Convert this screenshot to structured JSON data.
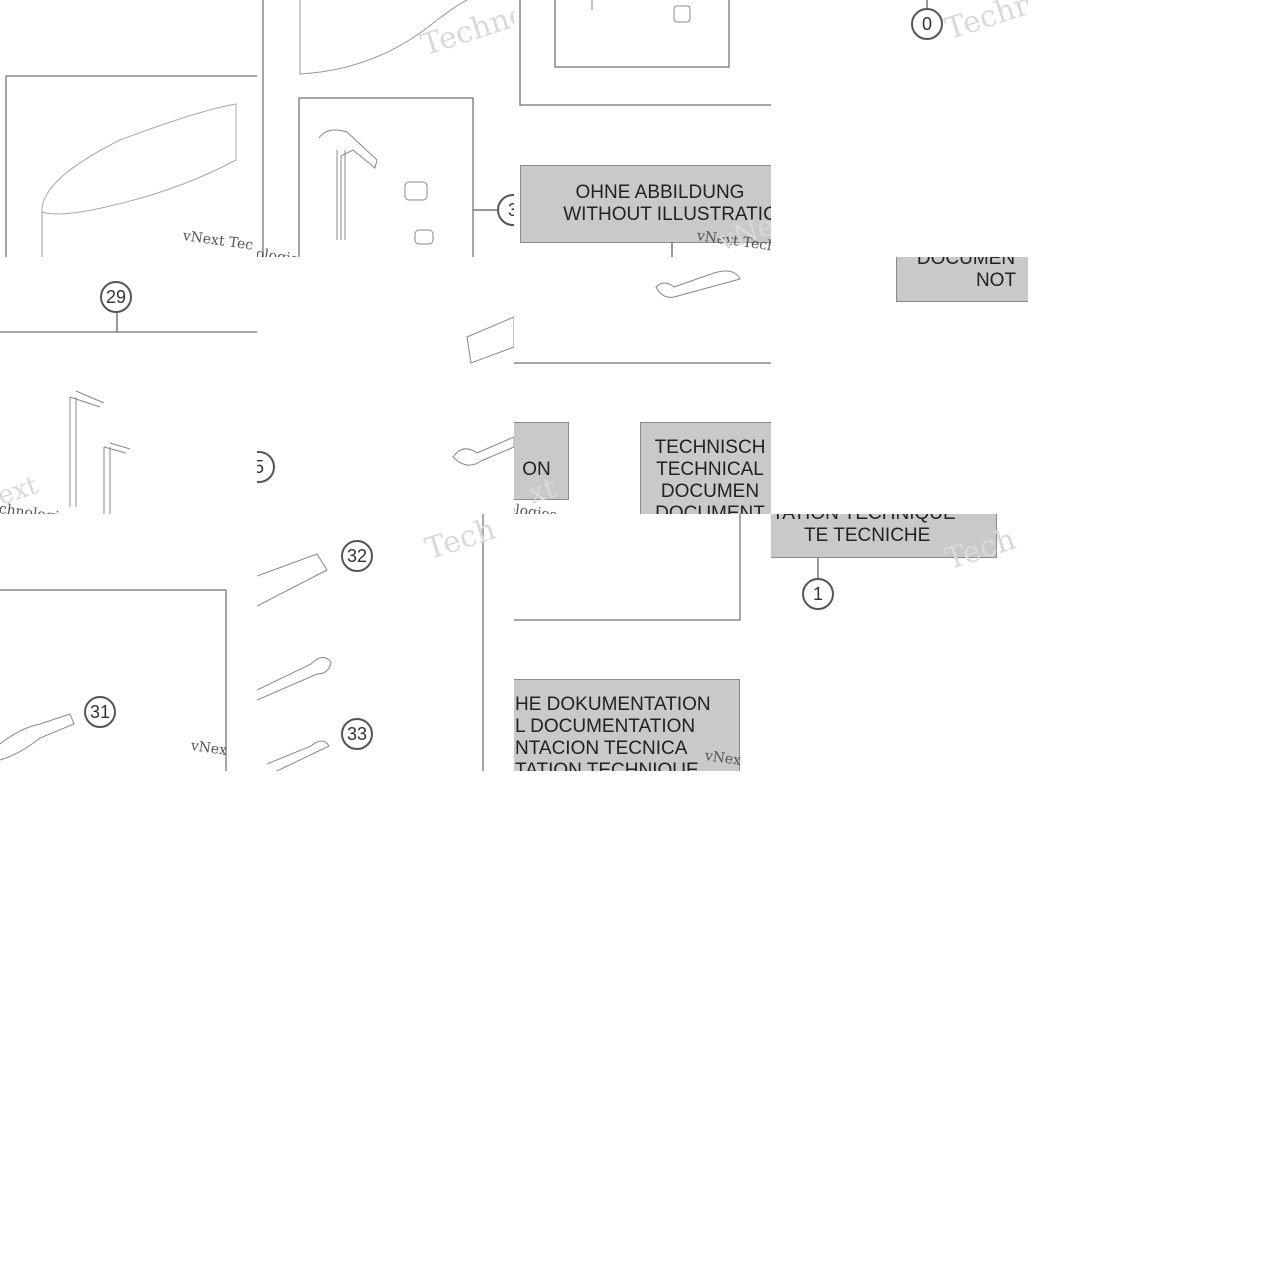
{
  "callouts": {
    "c29": "29",
    "c31": "31",
    "c32": "32",
    "c33": "33",
    "c1": "1",
    "c0": "0",
    "c3_partial": "3",
    "c5_partial": "5"
  },
  "labels": {
    "no_illustration": {
      "line1": "OHNE ABBILDUNG",
      "line2": "WITHOUT ILLUSTRATIC"
    },
    "tech_doc_a": {
      "line1": "TECHNISCH",
      "line2": "TECHNICAL",
      "line3": "DOCUMEN",
      "line4": "DOCUMENT"
    },
    "tech_doc_b": {
      "line1": "HE DOKUMENTATION",
      "line2": "L DOCUMENTATION",
      "line3": "NTACION TECNICA",
      "line4": "TATION TECHNIQUE"
    },
    "tech_doc_c": {
      "line1": "TATION TECHNIQUE",
      "line2": "TE TECNICHE"
    },
    "partial_doc": {
      "line1": "DOCUMEN",
      "line2": "NOT"
    },
    "partial_on": "ON"
  },
  "watermark": {
    "brand_small": "vNext Tec",
    "brand_small2": "vNext Technologies",
    "brand_small3": "vNex",
    "brand_small4": "vNex",
    "big1": "Techno",
    "big2": "Techno",
    "big3": "Tech",
    "big4": "Tech",
    "big5": "vNe",
    "big6": "ext",
    "frag1": "echnologies",
    "frag2": "ologies",
    "frag3": "chnologies",
    "frag4": "xt",
    "frag5": "ologies"
  },
  "colors": {
    "label_fill": "#c9c9c9",
    "line": "#777777",
    "watermark": "#d9d9d9"
  }
}
